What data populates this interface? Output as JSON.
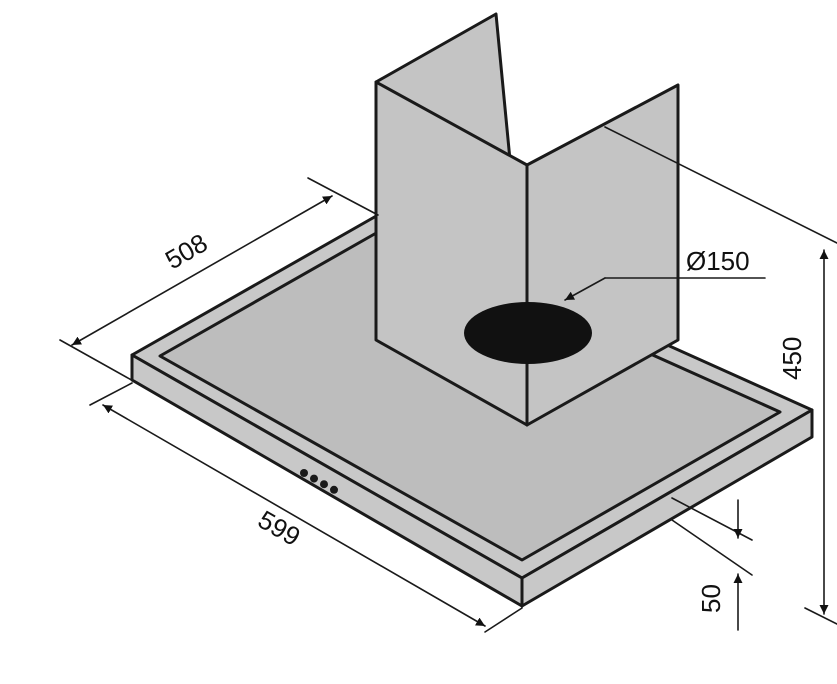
{
  "dimensions": {
    "depth_label": "508",
    "width_label": "599",
    "height_label": "450",
    "hood_height_label": "50",
    "outlet_diameter_label": "Ø150"
  },
  "colors": {
    "body_fill": "#c8c8c8",
    "panel_fill": "#bdbdbd",
    "chimney_fill": "#c4c4c4",
    "outline": "#1a1a1a",
    "outlet_hole": "#111111",
    "button_dot": "#1a1a1a"
  },
  "buttons": {
    "count": 4
  }
}
